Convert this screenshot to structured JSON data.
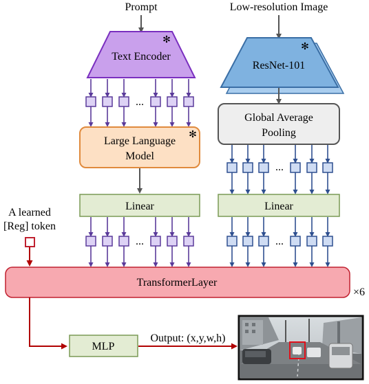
{
  "inputs": {
    "prompt": "Prompt",
    "image": "Low-resolution Image",
    "reg_token": [
      "A learned",
      "[Reg] token"
    ]
  },
  "blocks": {
    "text_encoder": "Text Encoder",
    "resnet": "ResNet-101",
    "llm": [
      "Large Language",
      "Model"
    ],
    "gap": [
      "Global Average",
      "Pooling"
    ],
    "linear_left": "Linear",
    "linear_right": "Linear",
    "transformer": "TransformerLayer",
    "repeat": "×6",
    "mlp": "MLP"
  },
  "output_label": "Output: (x,y,w,h)",
  "ellipsis": "...",
  "frozen_mark": "✻",
  "colors": {
    "text_encoder_fill": "#c9a0ec",
    "text_encoder_stroke": "#7a2fbf",
    "token_purple_fill": "#ddd2f5",
    "token_purple_stroke": "#5a3a9a",
    "resnet_fill": "#7fb2e0",
    "resnet_back": "#a9cdee",
    "resnet_stroke": "#3a6ea5",
    "token_blue_fill": "#cfdcf3",
    "token_blue_stroke": "#2e4f8f",
    "llm_fill": "#fde0c4",
    "llm_stroke": "#e08a3c",
    "gap_fill": "#eeeeee",
    "gap_stroke": "#555555",
    "linear_fill": "#e3ecd3",
    "linear_stroke": "#7a9a55",
    "transformer_fill": "#f7a9b0",
    "transformer_stroke": "#c0202f",
    "mlp_fill": "#e3ecd3",
    "output_arrow": "#b00000",
    "arrow_gray": "#555555"
  }
}
